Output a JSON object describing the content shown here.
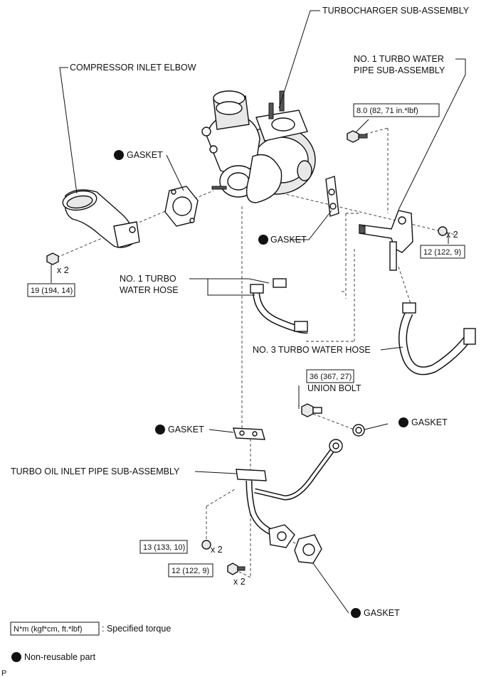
{
  "labels": {
    "turbocharger": "TURBOCHARGER SUB-ASSEMBLY",
    "compressor_elbow": "COMPRESSOR INLET ELBOW",
    "water_pipe_line1": "NO. 1 TURBO WATER",
    "water_pipe_line2": "PIPE SUB-ASSEMBLY",
    "gasket": "GASKET",
    "water_hose1_line1": "NO. 1 TURBO",
    "water_hose1_line2": "WATER HOSE",
    "water_hose3": "NO. 3 TURBO WATER HOSE",
    "union_bolt": "UNION BOLT",
    "oil_inlet_pipe": "TURBO OIL INLET PIPE SUB-ASSEMBLY",
    "qty_x2": "x 2"
  },
  "torques": {
    "water_pipe_bolt": "8.0 (82, 71 in.*lbf)",
    "water_pipe_nut": "12 (122, 9)",
    "elbow_nut": "19 (194, 14)",
    "union_bolt": "36 (367, 27)",
    "oil_pipe_nut": "13 (133, 10)",
    "oil_pipe_bolt": "12 (122, 9)"
  },
  "legend": {
    "torque_key": "N*m (kgf*cm, ft.*lbf)",
    "torque_desc": ": Specified torque",
    "nonreusable": "Non-reusable part"
  },
  "footer_code": "P"
}
